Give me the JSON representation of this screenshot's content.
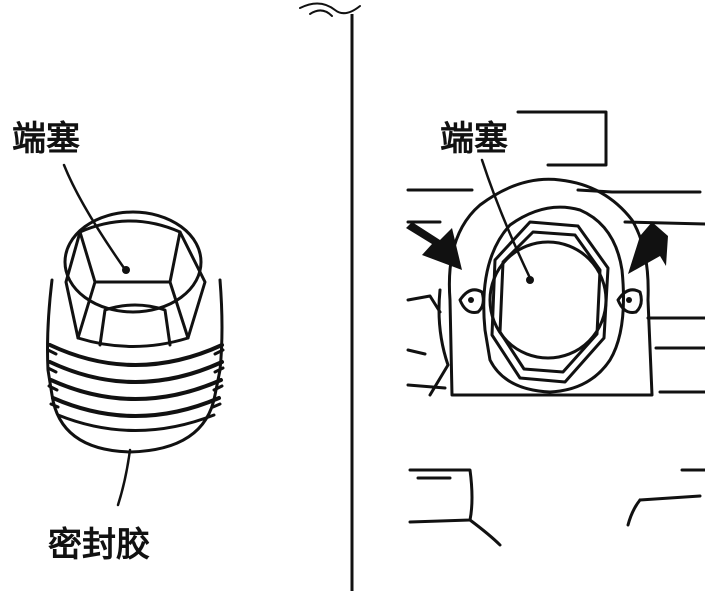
{
  "left_panel": {
    "plug_label": "端塞",
    "sealant_label": "密封胶"
  },
  "right_panel": {
    "plug_label": "端塞"
  },
  "colors": {
    "ink": "#111111",
    "background": "#ffffff"
  }
}
